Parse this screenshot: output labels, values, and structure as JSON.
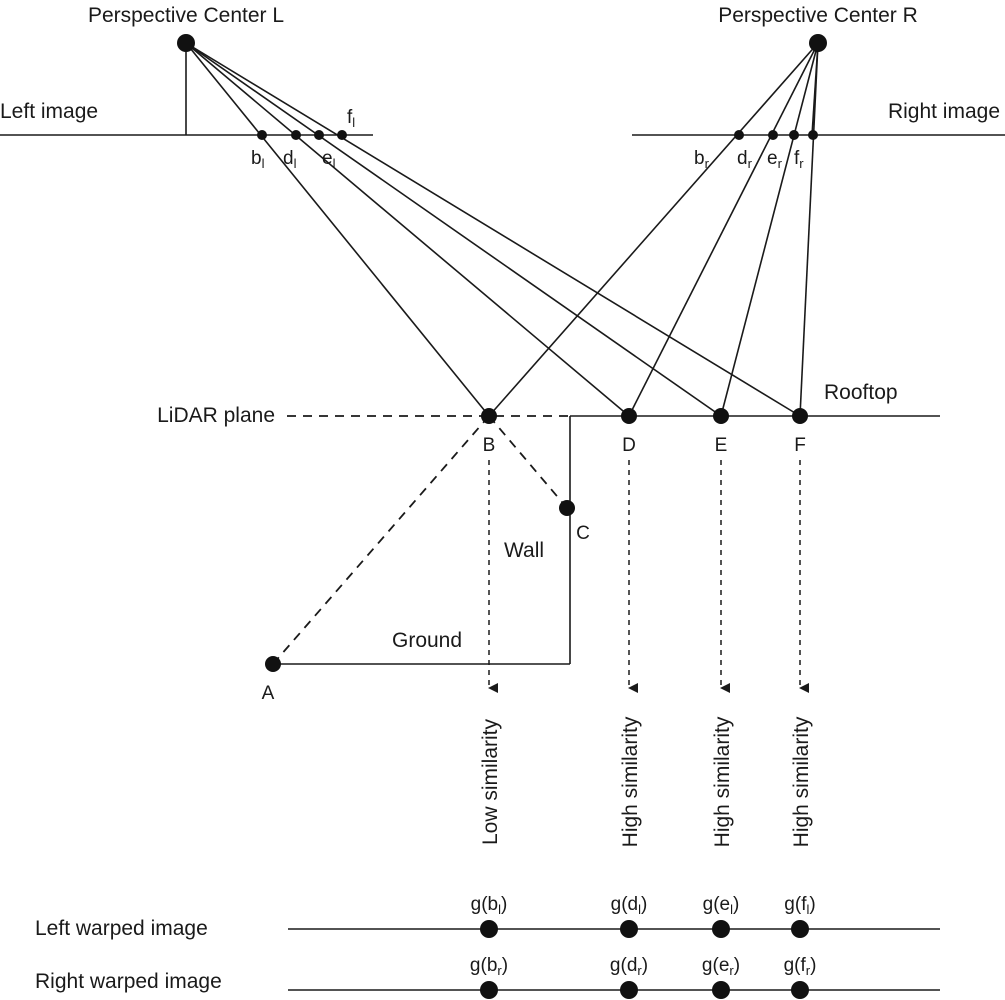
{
  "perspective_centers": {
    "left": "Perspective Center L",
    "right": "Perspective Center R"
  },
  "image_planes": {
    "left": "Left image",
    "right": "Right image"
  },
  "left_image_points": {
    "b": {
      "base": "b",
      "sub": "l"
    },
    "d": {
      "base": "d",
      "sub": "l"
    },
    "e": {
      "base": "e",
      "sub": "l"
    },
    "f": {
      "base": "f",
      "sub": "l"
    }
  },
  "right_image_points": {
    "b": {
      "base": "b",
      "sub": "r"
    },
    "d": {
      "base": "d",
      "sub": "r"
    },
    "e": {
      "base": "e",
      "sub": "r"
    },
    "f": {
      "base": "f",
      "sub": "r"
    }
  },
  "scene": {
    "lidar_plane": "LiDAR plane",
    "rooftop": "Rooftop",
    "wall": "Wall",
    "ground": "Ground"
  },
  "ground_points": {
    "A": "A",
    "B": "B",
    "C": "C",
    "D": "D",
    "E": "E",
    "F": "F"
  },
  "similarity": {
    "B": "Low similarity",
    "D": "High similarity",
    "E": "High similarity",
    "F": "High similarity"
  },
  "warped_images": {
    "left": "Left warped image",
    "right": "Right warped image"
  },
  "warped_left_points": {
    "b": {
      "pre": "g(b",
      "sub": "l",
      "post": ")"
    },
    "d": {
      "pre": "g(d",
      "sub": "l",
      "post": ")"
    },
    "e": {
      "pre": "g(e",
      "sub": "l",
      "post": ")"
    },
    "f": {
      "pre": "g(f",
      "sub": "l",
      "post": ")"
    }
  },
  "warped_right_points": {
    "b": {
      "pre": "g(b",
      "sub": "r",
      "post": ")"
    },
    "d": {
      "pre": "g(d",
      "sub": "r",
      "post": ")"
    },
    "e": {
      "pre": "g(e",
      "sub": "r",
      "post": ")"
    },
    "f": {
      "pre": "g(f",
      "sub": "r",
      "post": ")"
    }
  }
}
